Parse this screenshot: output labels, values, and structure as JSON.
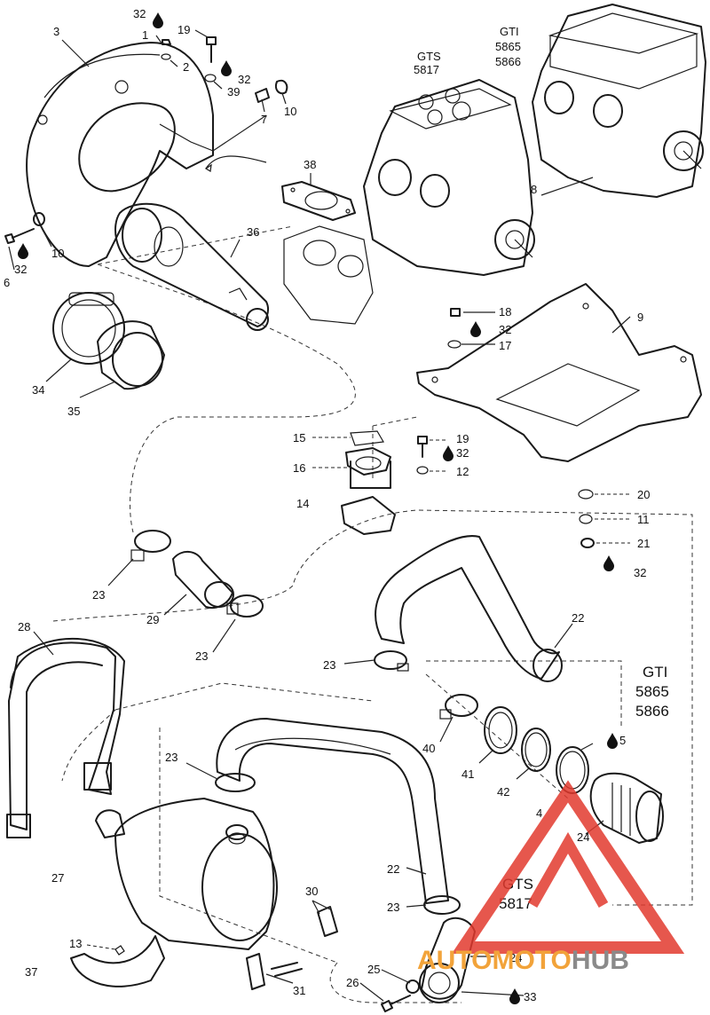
{
  "callouts": [
    "32",
    "1",
    "2",
    "19",
    "32",
    "39",
    "7",
    "10",
    "3",
    "6",
    "32",
    "10",
    "38",
    "36",
    "34",
    "35",
    "8",
    "18",
    "32",
    "17",
    "9",
    "15",
    "19",
    "32",
    "16",
    "12",
    "14",
    "20",
    "11",
    "21",
    "32",
    "23",
    "29",
    "23",
    "28",
    "22",
    "23",
    "40",
    "41",
    "42",
    "5",
    "24",
    "23",
    "27",
    "22",
    "23",
    "13",
    "30",
    "31",
    "37",
    "25",
    "26",
    "24",
    "33",
    "4"
  ],
  "model_labels": {
    "gts_top": [
      "GTS",
      "5817"
    ],
    "gti_top": [
      "GTI",
      "5865",
      "5866"
    ],
    "gti_right": [
      "GTI",
      "5865",
      "5866"
    ],
    "gts_bottom": [
      "GTS",
      "5817"
    ]
  },
  "watermark": {
    "part1": "AUTO",
    "part2": "MOTO",
    "part3": "HUB",
    "color_orange": "#f2a33a",
    "color_gray": "#8a8a8a",
    "color_red": "#e23a2e"
  },
  "icons": [
    "drop-icon"
  ]
}
